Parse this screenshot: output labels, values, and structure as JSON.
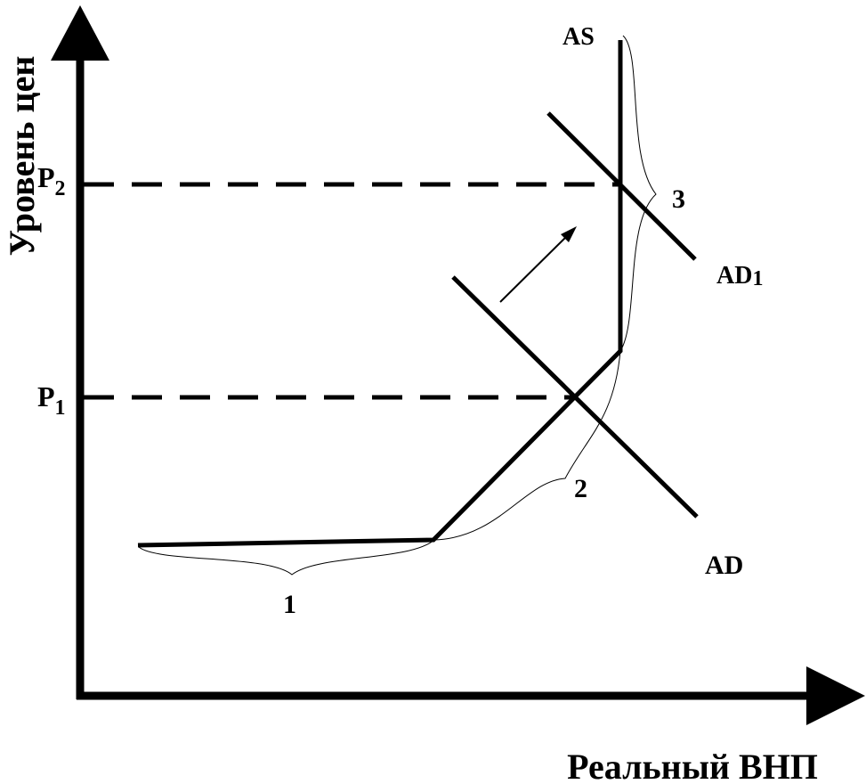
{
  "axes": {
    "y_title": "Уровень цен",
    "x_title": "Реальный ВНП"
  },
  "price_levels": {
    "p2": {
      "letter": "P",
      "sub": "2"
    },
    "p1": {
      "letter": "P",
      "sub": "1"
    }
  },
  "curves": {
    "as": "AS",
    "ad": "AD",
    "ad1_base": "AD",
    "ad1_sub": "1"
  },
  "segments": {
    "first": "1",
    "second": "2",
    "third": "3"
  },
  "colors": {
    "ink": "#000000",
    "background": "#ffffff"
  }
}
